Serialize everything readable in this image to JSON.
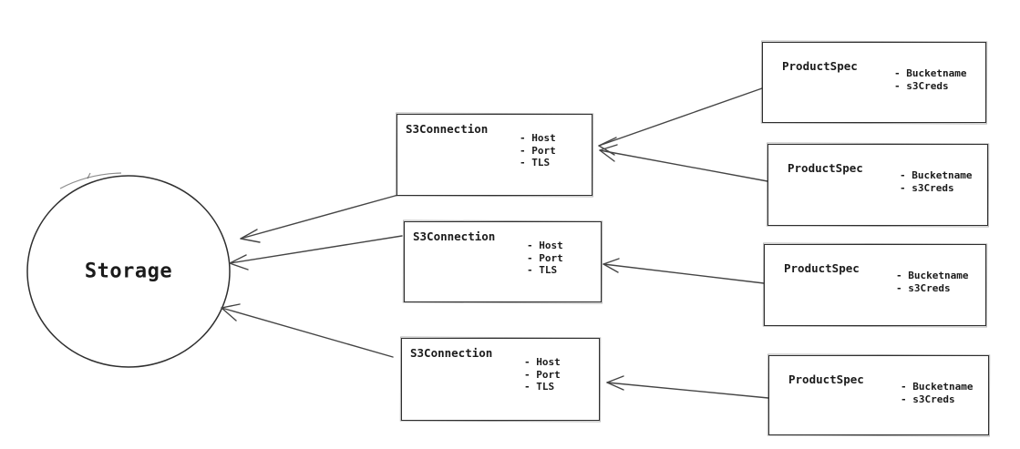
{
  "diagram": {
    "colors": {
      "background": "#ffffff",
      "stroke": "#454545",
      "border": "#2f2f2f",
      "text": "#1b1b1b"
    },
    "storage": {
      "label": "Storage"
    },
    "s3_connections": [
      {
        "title": "S3Connection",
        "attributes": [
          "- Host",
          "- Port",
          "- TLS"
        ]
      },
      {
        "title": "S3Connection",
        "attributes": [
          "- Host",
          "- Port",
          "- TLS"
        ]
      },
      {
        "title": "S3Connection",
        "attributes": [
          "- Host",
          "- Port",
          "- TLS"
        ]
      }
    ],
    "product_specs": [
      {
        "title": "ProductSpec",
        "attributes": [
          "- Bucketname",
          "- s3Creds"
        ]
      },
      {
        "title": "ProductSpec",
        "attributes": [
          "- Bucketname",
          "- s3Creds"
        ]
      },
      {
        "title": "ProductSpec",
        "attributes": [
          "- Bucketname",
          "- s3Creds"
        ]
      },
      {
        "title": "ProductSpec",
        "attributes": [
          "- Bucketname",
          "- s3Creds"
        ]
      }
    ],
    "connections": [
      {
        "from": "product-spec-1",
        "to": "s3-connection-1"
      },
      {
        "from": "product-spec-2",
        "to": "s3-connection-1"
      },
      {
        "from": "product-spec-3",
        "to": "s3-connection-2"
      },
      {
        "from": "product-spec-4",
        "to": "s3-connection-3"
      },
      {
        "from": "s3-connection-1",
        "to": "storage"
      },
      {
        "from": "s3-connection-2",
        "to": "storage"
      },
      {
        "from": "s3-connection-3",
        "to": "storage"
      }
    ]
  }
}
